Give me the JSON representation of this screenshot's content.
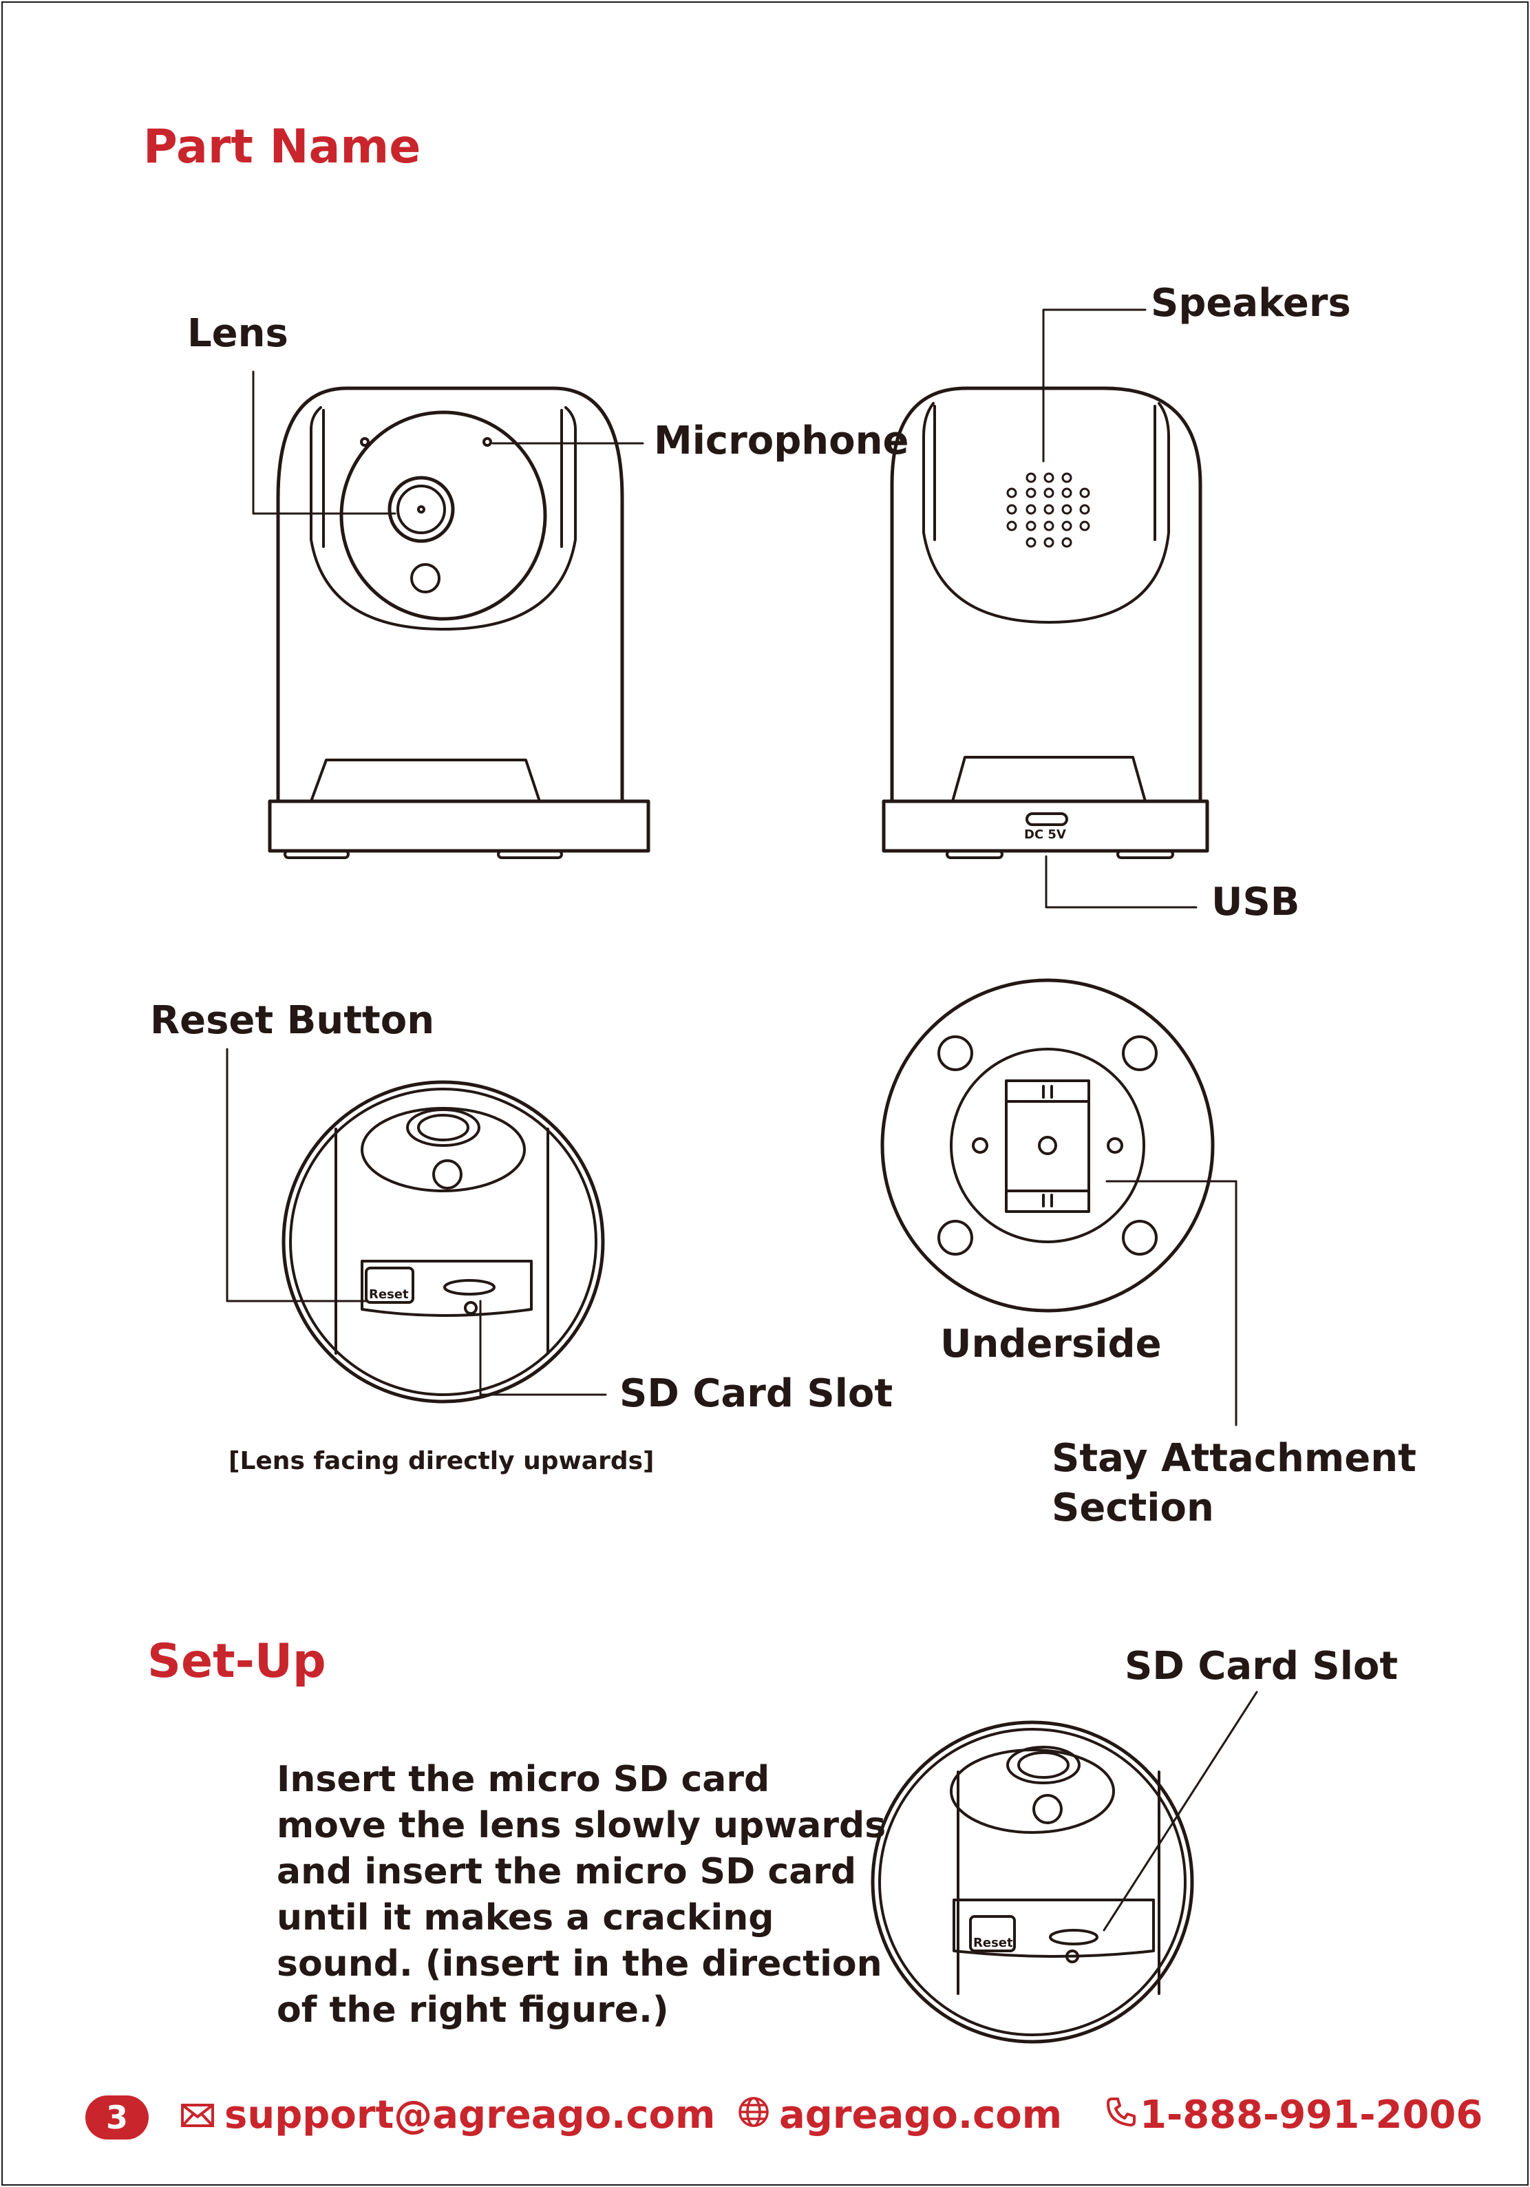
{
  "sections": {
    "part_name_title": "Part Name",
    "setup_title": "Set-Up"
  },
  "labels": {
    "lens": "Lens",
    "speakers": "Speakers",
    "microphone": "Microphone",
    "usb": "USB",
    "dc_marking": "DC 5V",
    "reset_button": "Reset Button",
    "sd_card_slot": "SD Card Slot",
    "lens_caption": "[Lens facing directly upwards]",
    "underside": "Underside",
    "stay_attachment_line1": "Stay Attachment",
    "stay_attachment_line2": "Section",
    "setup_sd_card_slot": "SD Card Slot",
    "reset_marking": "Reset"
  },
  "setup_instructions": [
    "Insert the micro SD card",
    "move the lens slowly upwards",
    "and insert the micro SD card",
    "until it makes a cracking",
    "sound. (insert in the direction",
    "of the right figure.)"
  ],
  "footer": {
    "page_number": "3",
    "email": "support@agreago.com",
    "website": "agreago.com",
    "phone": "1-888-991-2006",
    "email_icon": "envelope-icon",
    "website_icon": "globe-icon",
    "phone_icon": "phone-icon"
  },
  "colors": {
    "accent": "#c9252c",
    "text": "#231815",
    "line": "#231815"
  }
}
